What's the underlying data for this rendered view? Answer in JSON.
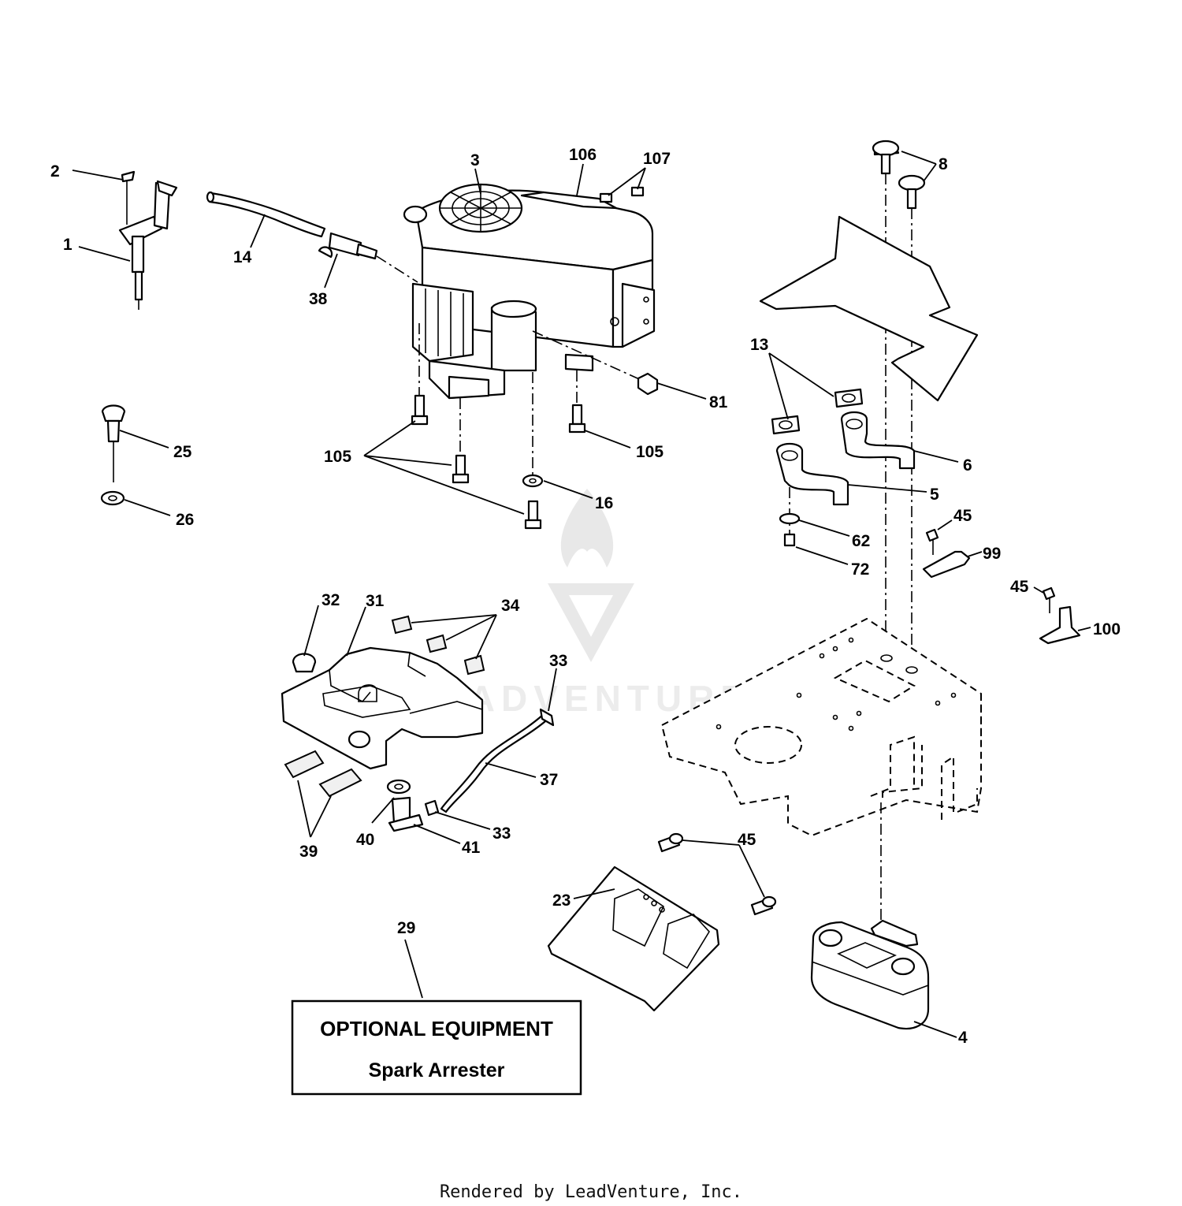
{
  "labels": {
    "l1": "1",
    "l2": "2",
    "l3": "3",
    "l4": "4",
    "l5": "5",
    "l6": "6",
    "l8": "8",
    "l13": "13",
    "l14": "14",
    "l16": "16",
    "l23": "23",
    "l25": "25",
    "l26": "26",
    "l29": "29",
    "l31": "31",
    "l32": "32",
    "l33a": "33",
    "l33b": "33",
    "l34": "34",
    "l37": "37",
    "l38": "38",
    "l39": "39",
    "l40": "40",
    "l41": "41",
    "l45a": "45",
    "l45b": "45",
    "l45c": "45",
    "l62": "62",
    "l72": "72",
    "l81": "81",
    "l99": "99",
    "l100": "100",
    "l105a": "105",
    "l105b": "105",
    "l106": "106",
    "l107": "107"
  },
  "optional_box": {
    "title": "OPTIONAL EQUIPMENT",
    "subtitle": "Spark Arrester"
  },
  "watermark": "LEADVENTURE",
  "footer": "Rendered by LeadVenture, Inc."
}
